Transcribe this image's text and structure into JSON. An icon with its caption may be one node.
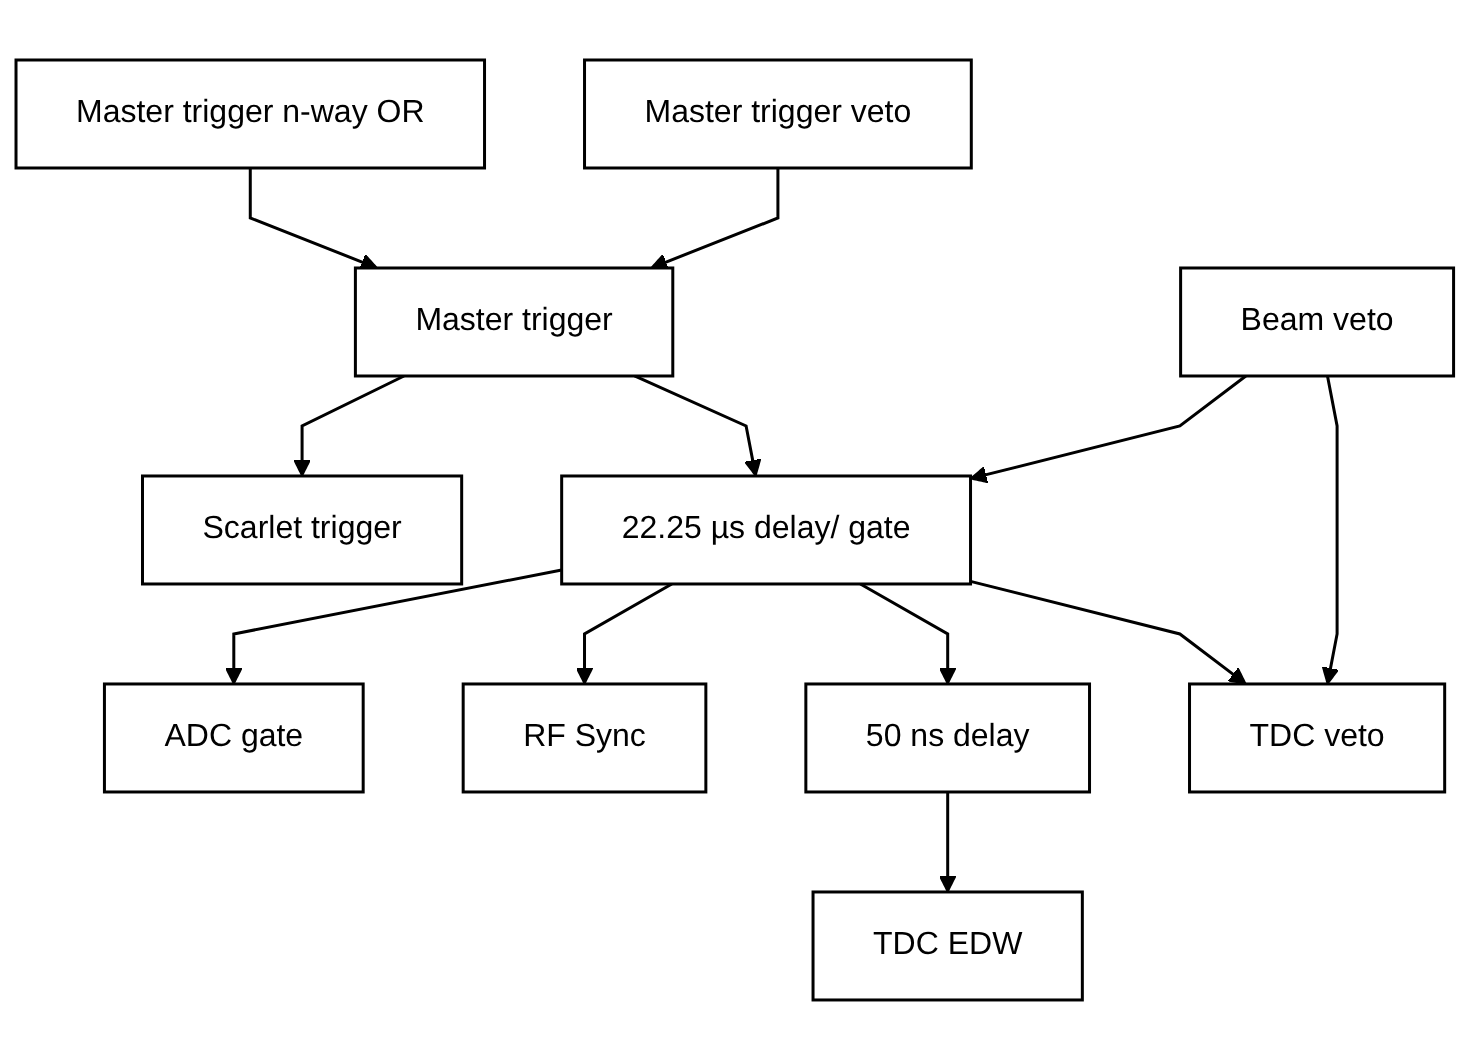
{
  "diagram": {
    "nodes": [
      {
        "text": [
          "Master trigger n-way OR"
        ]
      },
      {
        "text": [
          "Master trigger"
        ]
      },
      {
        "text": [
          "Master trigger veto"
        ]
      },
      {
        "text": [
          "Scarlet trigger"
        ]
      },
      {
        "text": [
          "22.25 µs delay/ gate"
        ]
      },
      {
        "text": [
          "Beam veto"
        ]
      },
      {
        "text": [
          "ADC gate"
        ]
      },
      {
        "text": [
          "50 ns delay"
        ]
      },
      {
        "text": [
          "TDC veto"
        ]
      },
      {
        "text": [
          "RF Sync"
        ]
      },
      {
        "text": [
          "TDC EDW"
        ]
      }
    ],
    "edges": [
      {
        "from": 0,
        "to": 1,
        "arrow": "to"
      },
      {
        "from": 2,
        "to": 1,
        "arrow": "to"
      },
      {
        "from": 1,
        "to": 3,
        "arrow": "to"
      },
      {
        "from": 1,
        "to": 4,
        "arrow": "to"
      },
      {
        "from": 5,
        "to": 4,
        "arrow": "to"
      },
      {
        "from": 4,
        "to": 6,
        "arrow": "to"
      },
      {
        "from": 4,
        "to": 9,
        "arrow": "to"
      },
      {
        "from": 4,
        "to": 7,
        "arrow": "to"
      },
      {
        "from": 4,
        "to": 8,
        "arrow": "to"
      },
      {
        "from": 5,
        "to": 8,
        "arrow": "to"
      },
      {
        "from": 7,
        "to": 10,
        "arrow": "to"
      }
    ]
  }
}
